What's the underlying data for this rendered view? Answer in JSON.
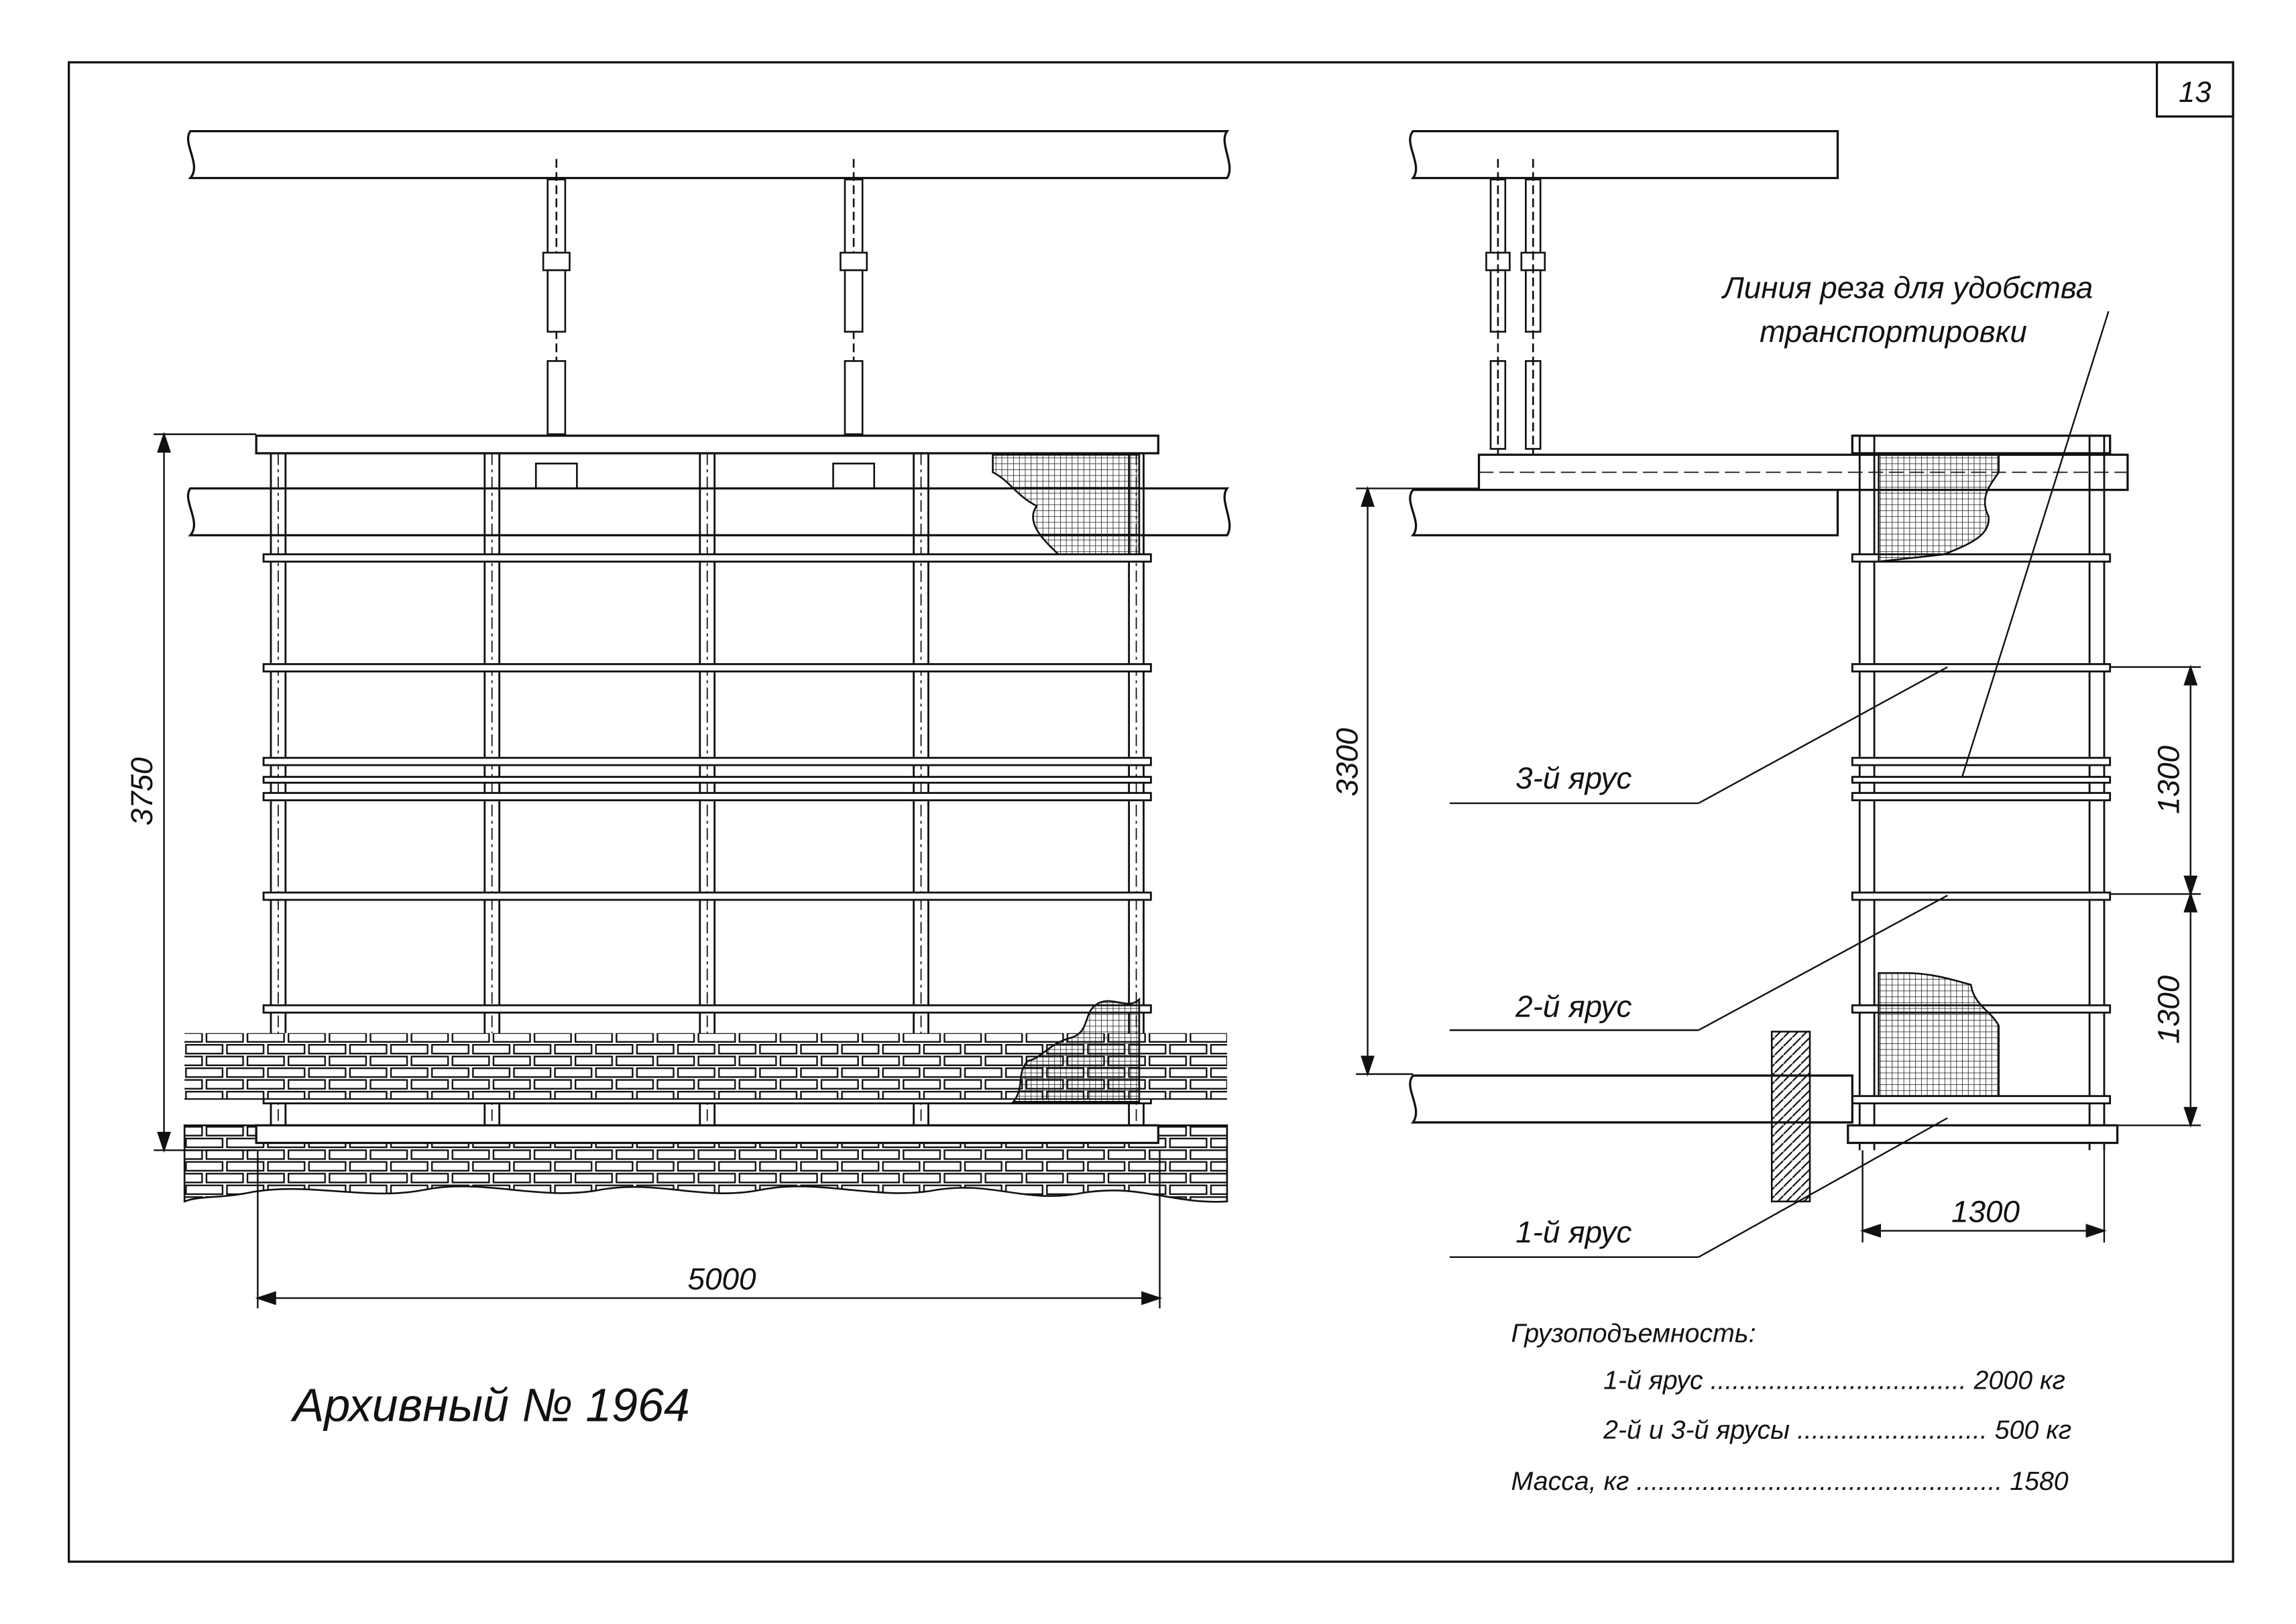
{
  "sheet": {
    "page_number": "13",
    "archive_label": "Архивный № 1964"
  },
  "front_view": {
    "dim_height": "3750",
    "dim_width": "5000"
  },
  "side_view": {
    "cut_line_note_line1": "Линия реза для удобства",
    "cut_line_note_line2": "транспортировки",
    "dim_height": "3300",
    "tier3_label": "3-й ярус",
    "tier2_label": "2-й ярус",
    "tier1_label": "1-й ярус",
    "dim_tier_upper": "1300",
    "dim_tier_lower": "1300",
    "dim_depth": "1300"
  },
  "specs": {
    "capacity_heading": "Грузоподъемность:",
    "tier1_line": "1-й ярус ................................... 2000 кг",
    "tier23_line": "2-й и 3-й ярусы .......................... 500 кг",
    "mass_line": "Масса, кг .................................................. 1580"
  },
  "colors": {
    "ink": "#111111",
    "paper": "#ffffff"
  }
}
